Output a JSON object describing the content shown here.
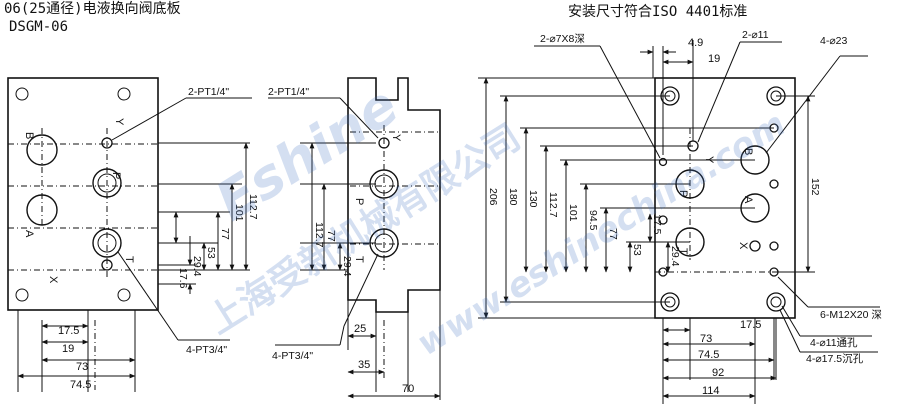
{
  "header": {
    "title": "06(25通径)电液换向阀底板",
    "model": "DSGM-06",
    "standard_note": "安装尺寸符合ISO 4401标准"
  },
  "watermark": {
    "brand": "Eshine",
    "company": "上海受新机械有限公司",
    "url": "www.eshinechina.com",
    "color": "#3c6ebe"
  },
  "front_view": {
    "ports": {
      "B": "B",
      "A": "A",
      "P": "P",
      "T": "T",
      "X": "X",
      "Y": "Y"
    },
    "callout_pilot": "2-PT1/4\"",
    "callout_main": "4-PT3/4\"",
    "vertical_dims": [
      "112.7",
      "101",
      "77",
      "53",
      "29.4",
      "17.6"
    ],
    "horizontal_dims": [
      "17.5",
      "19",
      "73",
      "74.5"
    ]
  },
  "side_view": {
    "ports": {
      "P": "P",
      "T": "T",
      "Y": "Y"
    },
    "callout_pilot": "2-PT1/4\"",
    "callout_main": "4-PT3/4\"",
    "vertical_dims": [
      "77",
      "112.7",
      "29.4"
    ],
    "horizontal_dims": [
      "25",
      "35",
      "70"
    ]
  },
  "top_view": {
    "ports": {
      "B": "B",
      "A": "A",
      "P": "P",
      "T": "T",
      "X": "X",
      "Y": "Y"
    },
    "callout_blind": "2-⌀7X8深",
    "callout_pilot": "2-⌀11",
    "callout_main": "4-⌀23",
    "callout_thread": "6-M12X20 深",
    "callout_through": "4-⌀11通孔",
    "callout_counterbore": "4-⌀17.5沉孔",
    "top_dims": [
      "4.9",
      "19"
    ],
    "left_dims": [
      "206",
      "180",
      "130",
      "112.7",
      "101",
      "94.5",
      "77",
      "53"
    ],
    "inner_dims": [
      "17.5",
      "29.4"
    ],
    "right_dim": "152",
    "bottom_dims": [
      "17.5",
      "73",
      "74.5",
      "92",
      "114"
    ]
  }
}
